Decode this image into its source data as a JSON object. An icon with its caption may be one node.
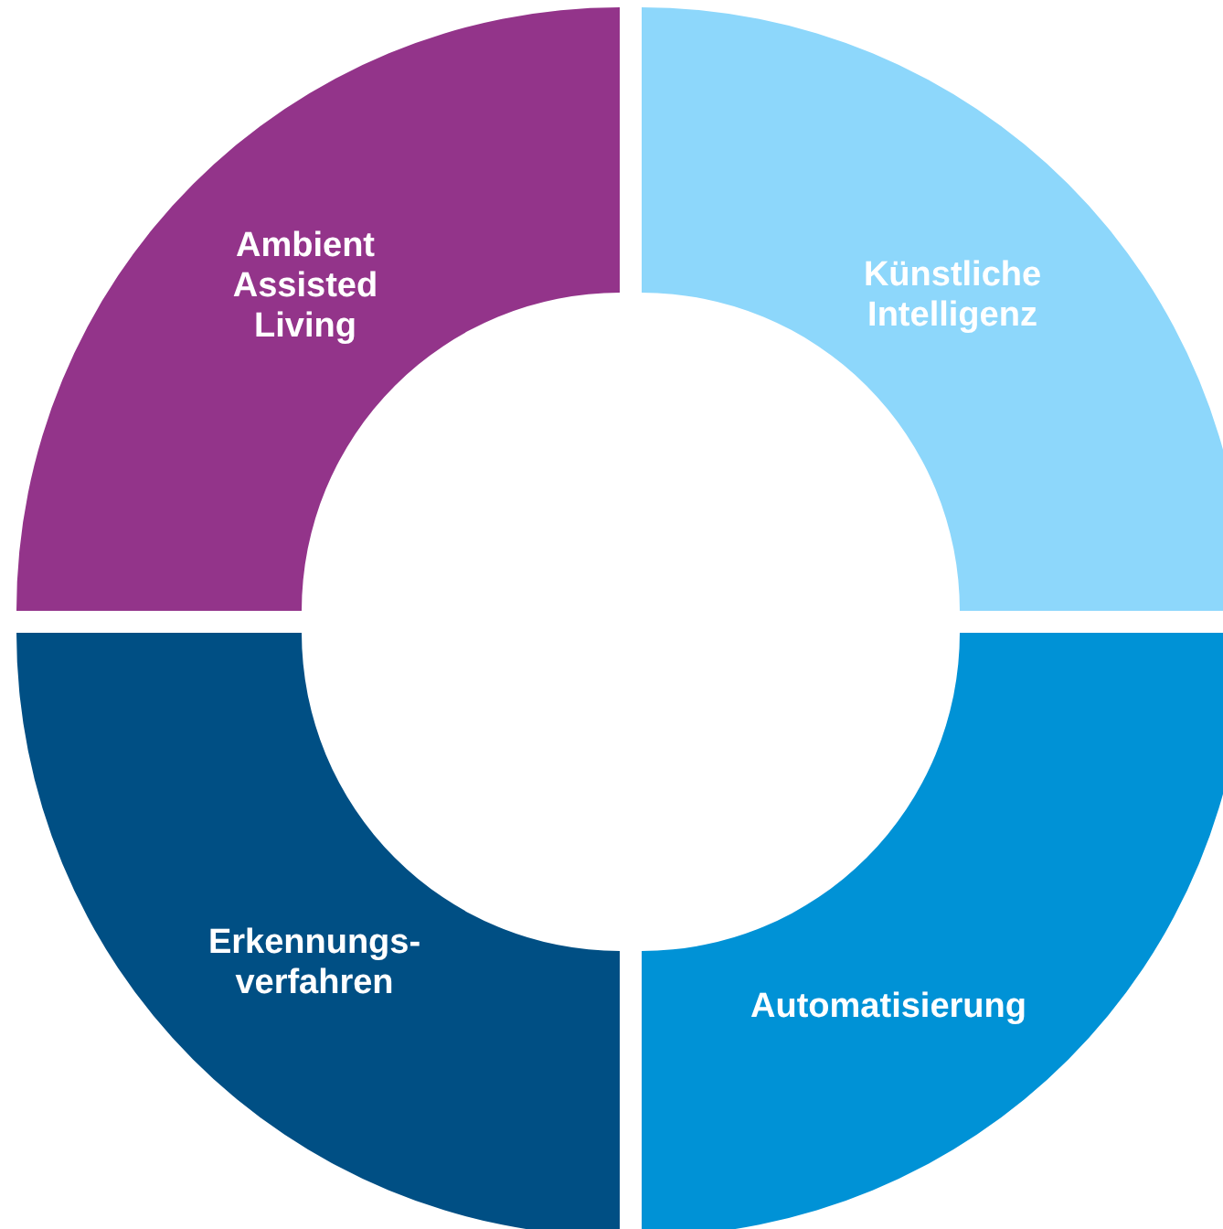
{
  "diagram": {
    "nodes": [
      {
        "text": [
          "Ambient Assisted Living"
        ]
      },
      {
        "text": [
          "Künstliche Intelligenz"
        ]
      },
      {
        "text": [
          "Erkennungs- verfahren"
        ]
      },
      {
        "text": [
          "Automatisierung"
        ]
      }
    ]
  }
}
